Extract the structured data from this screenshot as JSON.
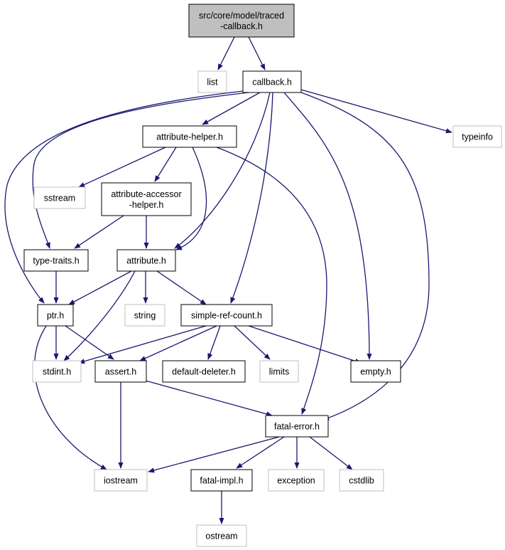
{
  "colors": {
    "edge": "#191970",
    "root_fill": "#bfbfbf",
    "box_stroke": "#000000",
    "external_stroke": "#bfbfbf",
    "background": "#ffffff"
  },
  "nodes": {
    "root": [
      "src/core/model/traced",
      "-callback.h"
    ],
    "list": [
      "list"
    ],
    "callback": [
      "callback.h"
    ],
    "typeinfo": [
      "typeinfo"
    ],
    "attribute_helper": [
      "attribute-helper.h"
    ],
    "sstream": [
      "sstream"
    ],
    "attribute_accessor_helper": [
      "attribute-accessor",
      "-helper.h"
    ],
    "type_traits": [
      "type-traits.h"
    ],
    "attribute": [
      "attribute.h"
    ],
    "ptr": [
      "ptr.h"
    ],
    "string": [
      "string"
    ],
    "simple_ref_count": [
      "simple-ref-count.h"
    ],
    "stdint": [
      "stdint.h"
    ],
    "assert": [
      "assert.h"
    ],
    "default_deleter": [
      "default-deleter.h"
    ],
    "limits": [
      "limits"
    ],
    "empty": [
      "empty.h"
    ],
    "fatal_error": [
      "fatal-error.h"
    ],
    "iostream": [
      "iostream"
    ],
    "fatal_impl": [
      "fatal-impl.h"
    ],
    "exception": [
      "exception"
    ],
    "cstdlib": [
      "cstdlib"
    ],
    "ostream": [
      "ostream"
    ]
  }
}
